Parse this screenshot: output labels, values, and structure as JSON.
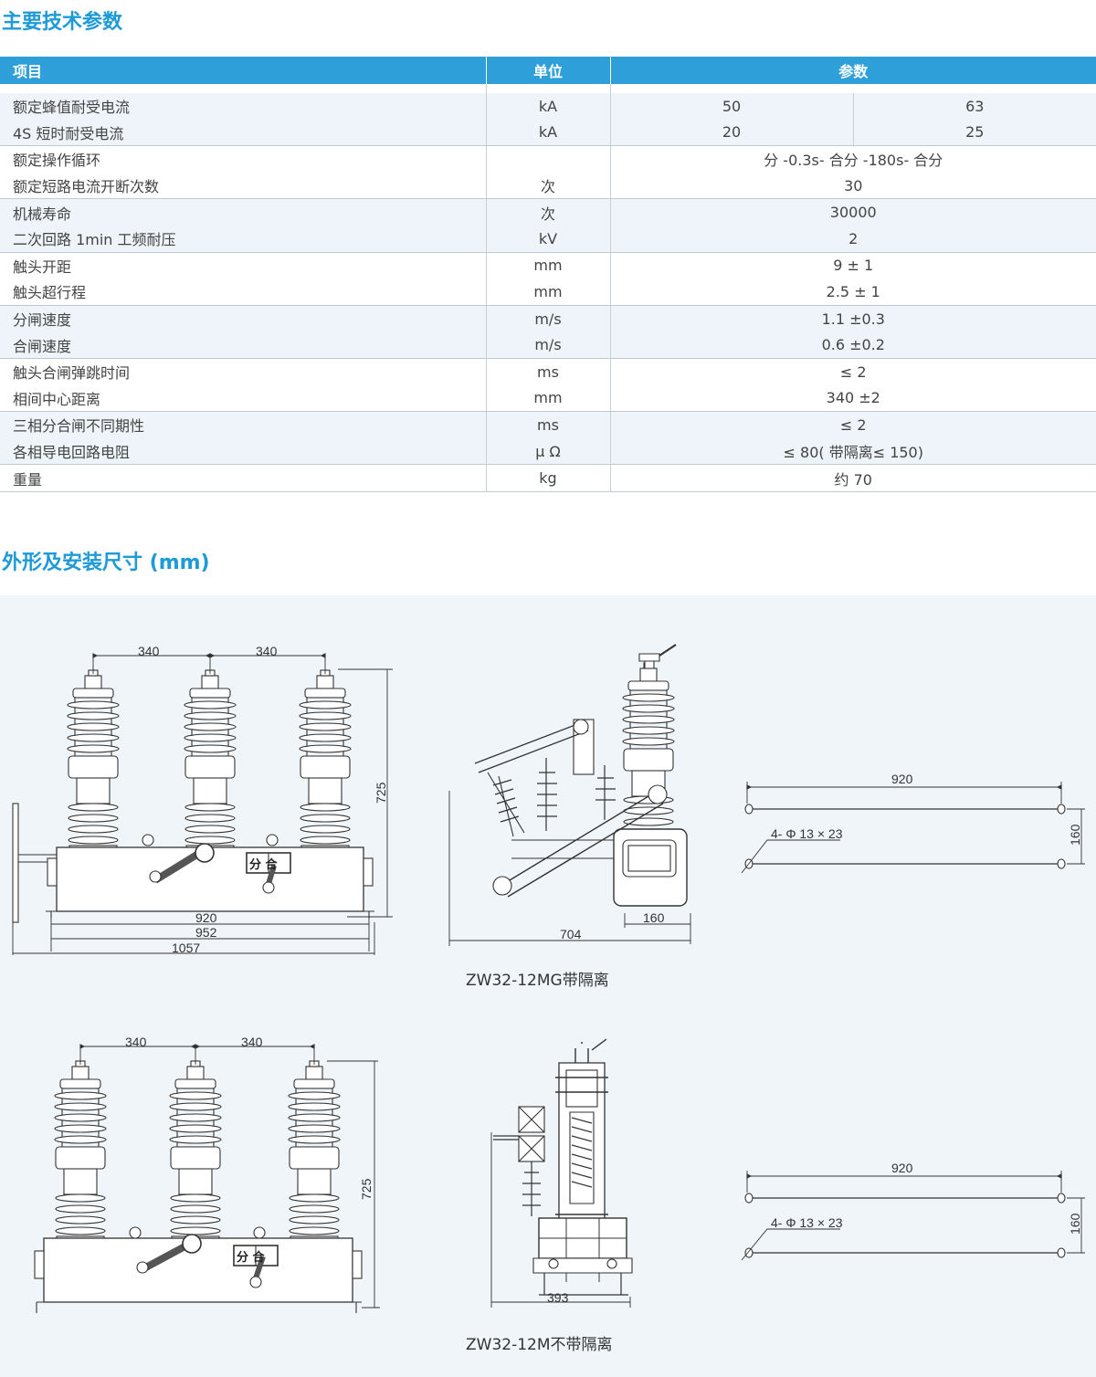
{
  "titles": {
    "params": "主要技术参数",
    "dimensions": "外形及安装尺寸 (mm)"
  },
  "table": {
    "headers": [
      "项目",
      "单位",
      "参数"
    ],
    "rows": [
      {
        "name": "额定蜂值耐受电流",
        "unit": "kA",
        "v1": "50",
        "v2": "63"
      },
      {
        "name": "4S 短时耐受电流",
        "unit": "kA",
        "v1": "20",
        "v2": "25"
      },
      {
        "name": "额定操作循环",
        "unit": "",
        "v": "分 -0.3s- 合分 -180s- 合分"
      },
      {
        "name": "额定短路电流开断次数",
        "unit": "次",
        "v": "30"
      },
      {
        "name": "机械寿命",
        "unit": "次",
        "v": "30000"
      },
      {
        "name": "二次回路 1min 工频耐压",
        "unit": "kV",
        "v": "2"
      },
      {
        "name": "触头开距",
        "unit": "mm",
        "v": "9 ± 1"
      },
      {
        "name": "触头超行程",
        "unit": "mm",
        "v": "2.5 ± 1"
      },
      {
        "name": "分闸速度",
        "unit": "m/s",
        "v": "1.1 ±0.3"
      },
      {
        "name": "合闸速度",
        "unit": "m/s",
        "v": "0.6 ±0.2"
      },
      {
        "name": "触头合闸弹跳时间",
        "unit": "ms",
        "v": "≤ 2"
      },
      {
        "name": "相间中心距离",
        "unit": "mm",
        "v": "340 ±2"
      },
      {
        "name": "三相分合闸不同期性",
        "unit": "ms",
        "v": "≤ 2"
      },
      {
        "name": "各相导电回路电阻",
        "unit": "μ Ω",
        "v": "≤ 80( 带隔离≤ 150)"
      },
      {
        "name": "重量",
        "unit": "kg",
        "v": "约 70"
      }
    ]
  },
  "drawings": {
    "top": {
      "front": {
        "spacing1": "340",
        "spacing2": "340",
        "height": "725",
        "w920": "920",
        "w952": "952",
        "w1057": "1057",
        "switch": "分 合"
      },
      "side": {
        "w704": "704",
        "w160": "160"
      },
      "plan": {
        "w920": "920",
        "h160": "160",
        "holes": "4- Φ 13 × 23"
      },
      "caption": "ZW32-12MG带隔离"
    },
    "bottom": {
      "front": {
        "spacing1": "340",
        "spacing2": "340",
        "height": "725",
        "switch": "分 合"
      },
      "side": {
        "w393": "393"
      },
      "plan": {
        "w920": "920",
        "h160": "160",
        "holes": "4- Φ 13 × 23"
      },
      "caption": "ZW32-12M不带隔离"
    }
  },
  "colors": {
    "accent": "#2e9fd8",
    "title": "#1e9ad6",
    "row_bg": "#eef4f9",
    "drawing_bg": "#f0f5f9"
  }
}
